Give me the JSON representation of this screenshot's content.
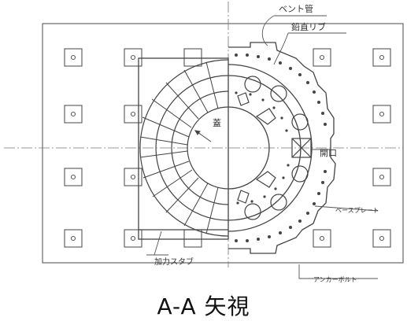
{
  "diagram": {
    "labels": {
      "vent_pipe": "ベント管",
      "vertical_rib": "鉛直リブ",
      "lid": "蓋",
      "opening": "開口",
      "base_plate": "ベースプレート",
      "anchor_bolt": "アンカーボルト",
      "stiffener": "加力スタブ"
    },
    "caption": "A-A 矢視"
  },
  "colors": {
    "line": "#555555",
    "background": "#ffffff"
  }
}
